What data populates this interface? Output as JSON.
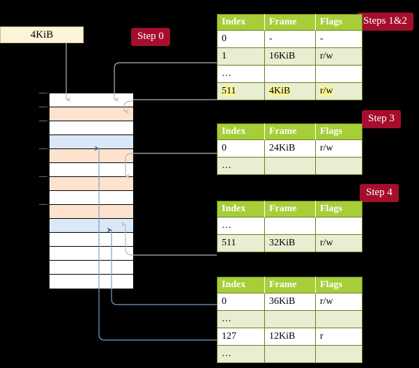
{
  "diagram": {
    "title_hidden": "",
    "background_color": "#000000",
    "accent_badge_color": "#a50e2c",
    "table_header_color": "#a6ce39",
    "table_alt_row_color": "#e8eed2",
    "highlight_color": "#fbf59b",
    "mem_orange": "#fde3cd",
    "mem_blue": "#dbe8f7",
    "kib_box_color": "#fdf3d7",
    "wire_gray": "#b5b5b5",
    "wire_blue": "#7d9fc4",
    "arrow_gray": "#c8c8c8",
    "arrow_blue": "#4a6c9b"
  },
  "badges": {
    "step0": "Step 0",
    "steps12": "Steps 1&2",
    "step3": "Step 3",
    "step4": "Step 4"
  },
  "kib_box": {
    "label": "4KiB"
  },
  "tables": [
    {
      "id": "table-steps-1-2",
      "headers": [
        "Index",
        "Frame",
        "Flags"
      ],
      "rows": [
        {
          "cells": [
            "0",
            "-",
            "-"
          ],
          "style": "plain"
        },
        {
          "cells": [
            "1",
            "16KiB",
            "r/w"
          ],
          "style": "alt"
        },
        {
          "cells": [
            "…",
            "",
            ""
          ],
          "style": "plain"
        },
        {
          "cells": [
            "511",
            "4KiB",
            "r/w"
          ],
          "style": "highlight"
        }
      ]
    },
    {
      "id": "table-step-3",
      "headers": [
        "Index",
        "Frame",
        "Flags"
      ],
      "rows": [
        {
          "cells": [
            "0",
            "24KiB",
            "r/w"
          ],
          "style": "plain"
        },
        {
          "cells": [
            "…",
            "",
            ""
          ],
          "style": "alt"
        }
      ]
    },
    {
      "id": "table-step-4",
      "headers": [
        "Index",
        "Frame",
        "Flags"
      ],
      "rows": [
        {
          "cells": [
            "…",
            "",
            ""
          ],
          "style": "plain"
        },
        {
          "cells": [
            "511",
            "32KiB",
            "r/w"
          ],
          "style": "alt"
        }
      ]
    },
    {
      "id": "table-leaf",
      "headers": [
        "Index",
        "Frame",
        "Flags"
      ],
      "rows": [
        {
          "cells": [
            "0",
            "36KiB",
            "r/w"
          ],
          "style": "plain"
        },
        {
          "cells": [
            "…",
            "",
            ""
          ],
          "style": "alt"
        },
        {
          "cells": [
            "127",
            "12KiB",
            "r"
          ],
          "style": "plain"
        },
        {
          "cells": [
            "…",
            "",
            ""
          ],
          "style": "alt"
        }
      ]
    }
  ],
  "memory_column": {
    "row_count": 14,
    "rows": [
      {
        "fill": "white",
        "tick": true
      },
      {
        "fill": "orange",
        "tick": true
      },
      {
        "fill": "white",
        "tick": true
      },
      {
        "fill": "blue",
        "tick": false
      },
      {
        "fill": "orange",
        "tick": true
      },
      {
        "fill": "white",
        "tick": false
      },
      {
        "fill": "orange",
        "tick": true
      },
      {
        "fill": "white",
        "tick": false
      },
      {
        "fill": "orange",
        "tick": true
      },
      {
        "fill": "blue",
        "tick": false
      },
      {
        "fill": "white",
        "tick": false
      },
      {
        "fill": "white",
        "tick": false
      },
      {
        "fill": "white",
        "tick": false
      },
      {
        "fill": "white",
        "tick": false
      }
    ]
  }
}
